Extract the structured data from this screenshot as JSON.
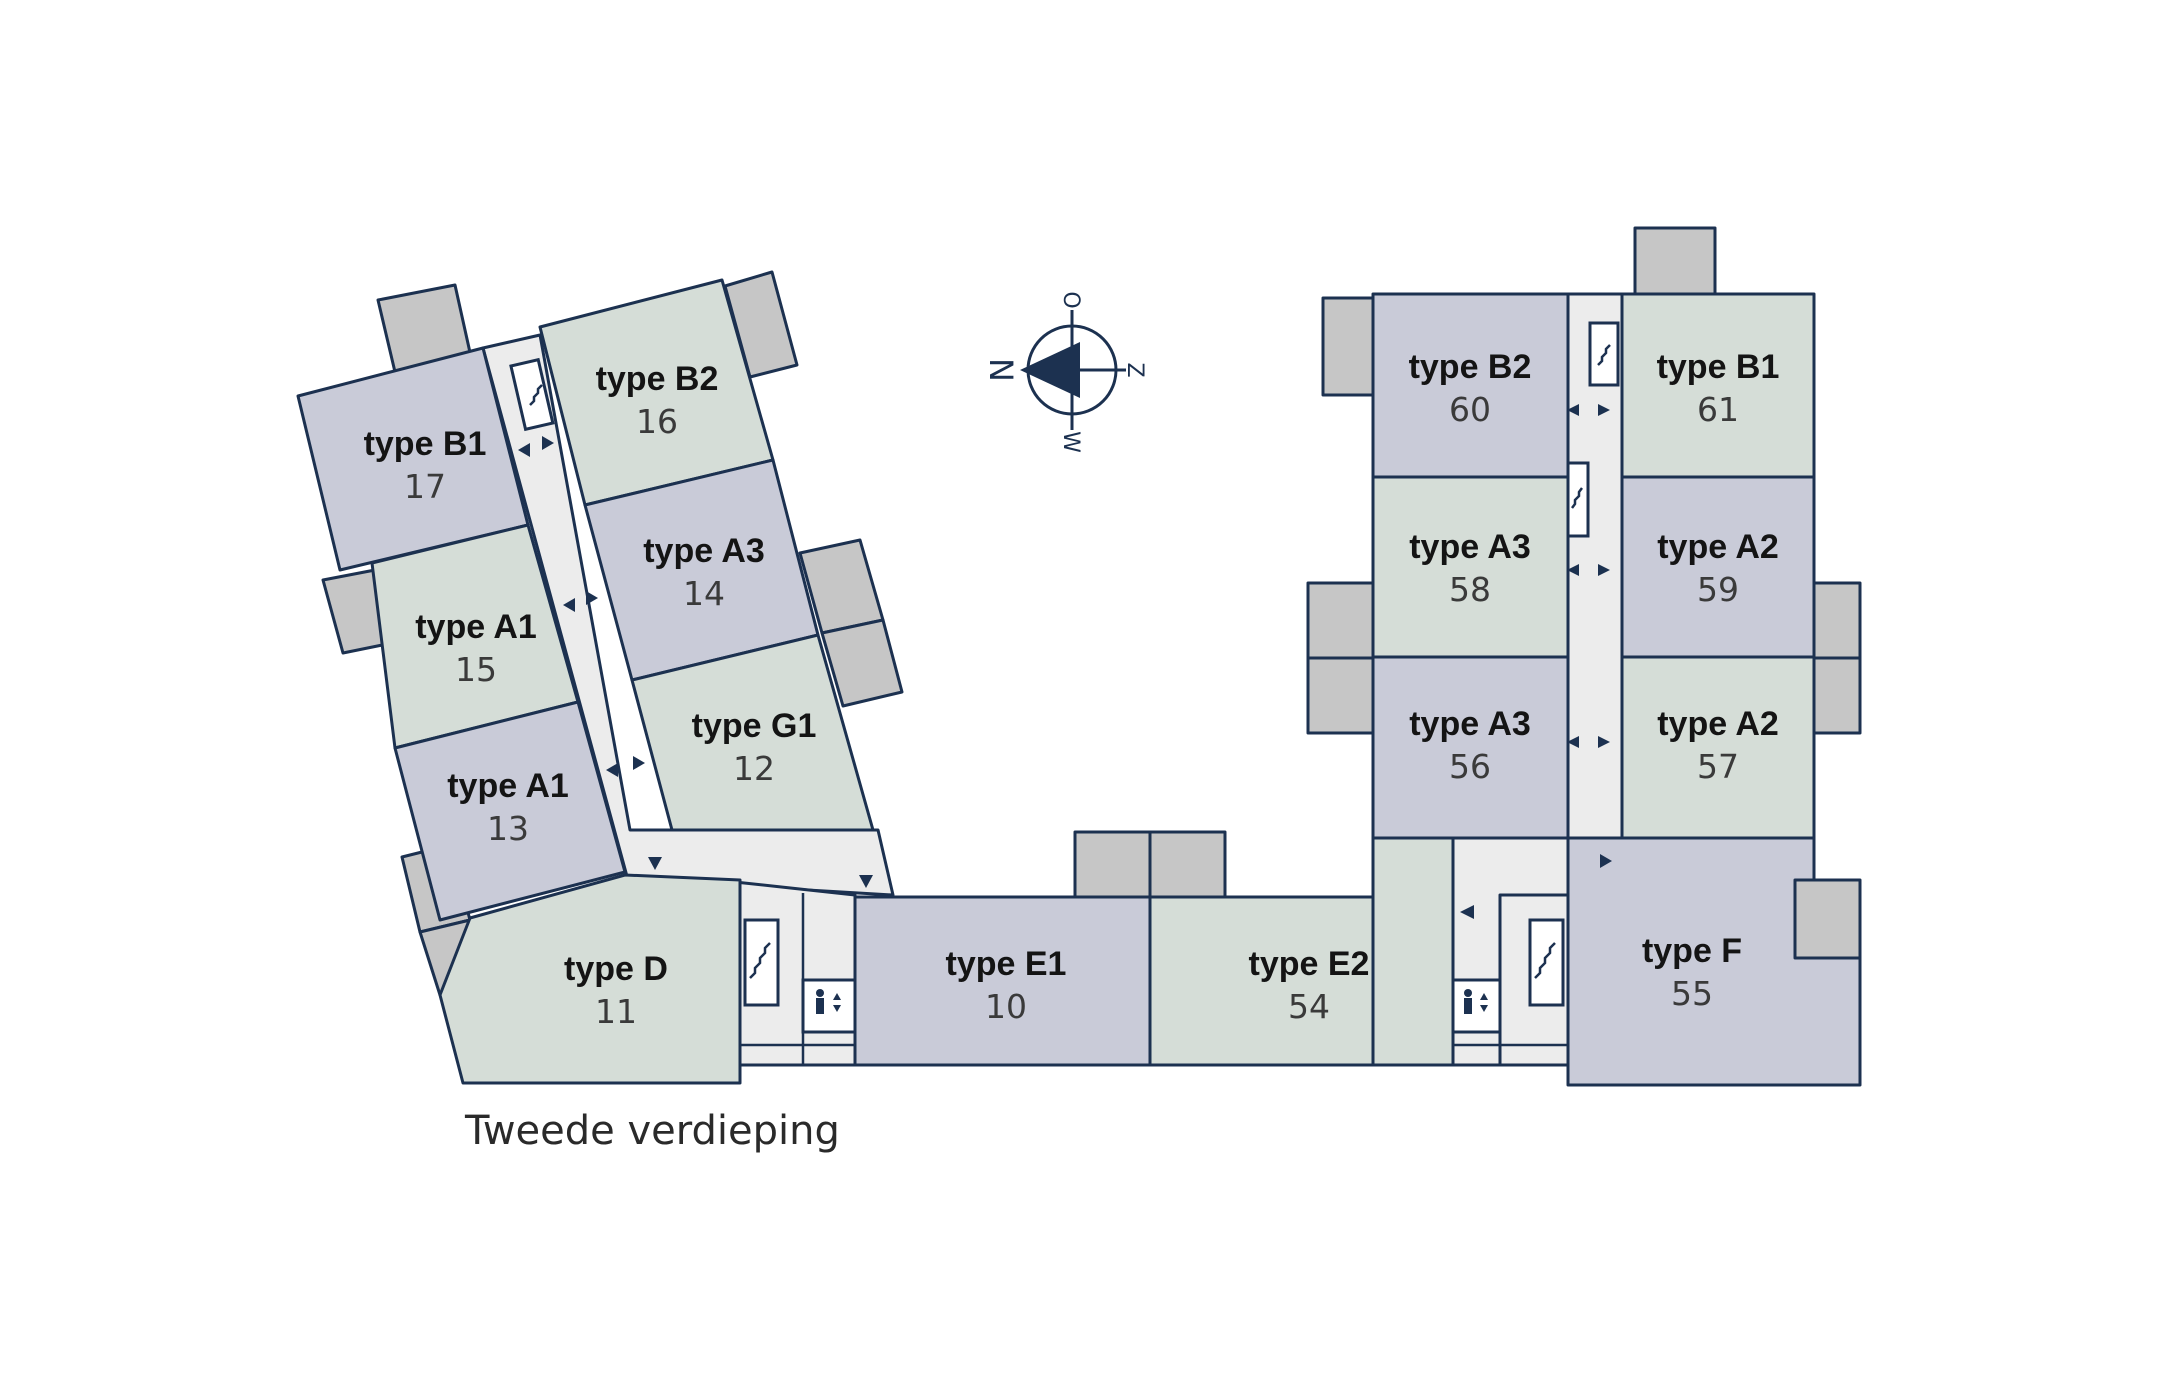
{
  "floor_label": "Tweede verdieping",
  "compass": {
    "north": "N",
    "east": "O",
    "south": "Z",
    "west": "W"
  },
  "units": [
    {
      "type": "type B1",
      "number": "17"
    },
    {
      "type": "type B2",
      "number": "16"
    },
    {
      "type": "type A3",
      "number": "14"
    },
    {
      "type": "type A1",
      "number": "15"
    },
    {
      "type": "type G1",
      "number": "12"
    },
    {
      "type": "type A1",
      "number": "13"
    },
    {
      "type": "type D",
      "number": "11"
    },
    {
      "type": "type E1",
      "number": "10"
    },
    {
      "type": "type E2",
      "number": "54"
    },
    {
      "type": "type B2",
      "number": "60"
    },
    {
      "type": "type B1",
      "number": "61"
    },
    {
      "type": "type A3",
      "number": "58"
    },
    {
      "type": "type A2",
      "number": "59"
    },
    {
      "type": "type A3",
      "number": "56"
    },
    {
      "type": "type A2",
      "number": "57"
    },
    {
      "type": "type F",
      "number": "55"
    }
  ],
  "colors": {
    "outline": "#1c3150",
    "unit_purple": "#c9cbd8",
    "unit_green": "#d5ddd7",
    "corridor": "#ececec",
    "balcony": "#c6c6c6"
  }
}
